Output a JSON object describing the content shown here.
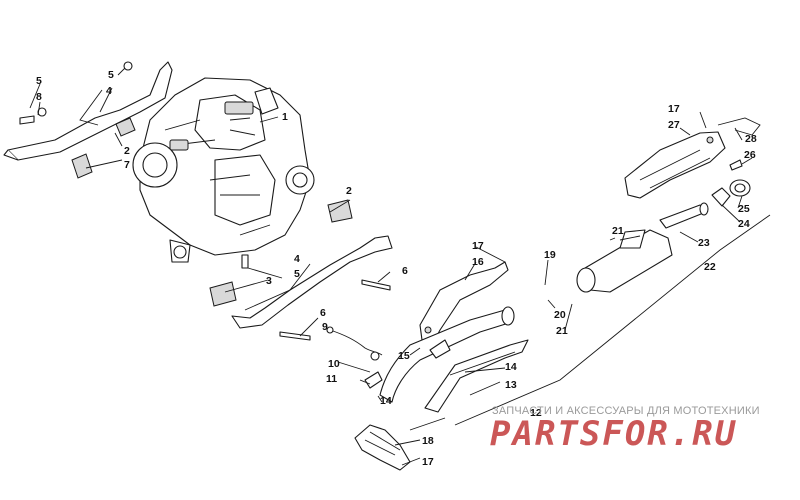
{
  "callouts": [
    "1",
    "2",
    "7",
    "4",
    "5",
    "8",
    "5",
    "2",
    "3",
    "4",
    "5",
    "6",
    "6",
    "9",
    "10",
    "11",
    "14",
    "12",
    "13",
    "14",
    "15",
    "16",
    "17",
    "18",
    "17",
    "19",
    "20",
    "21",
    "22",
    "23",
    "24",
    "25",
    "26",
    "27",
    "17",
    "28",
    "21"
  ],
  "watermark": {
    "caption": "ЗАПЧАСТИ И АКСЕССУАРЫ ДЛЯ МОТОТЕХНИКИ",
    "logo": "PARTSFOR.RU"
  }
}
